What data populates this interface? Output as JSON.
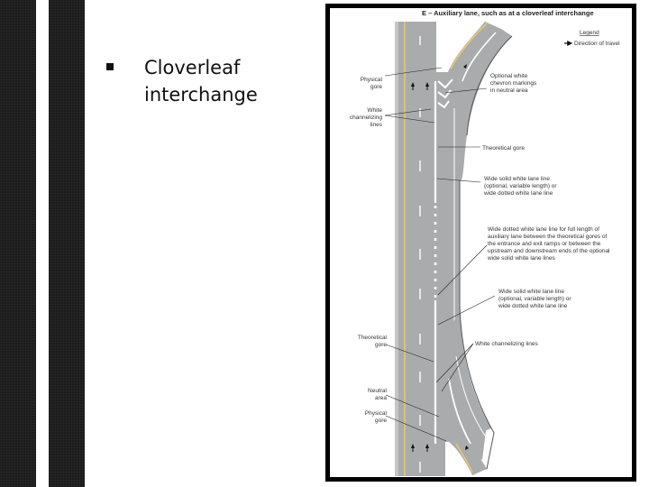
{
  "slide": {
    "bullet_text": "Cloverleaf interchange"
  },
  "figure": {
    "title": "E – Auxiliary lane, such as at a cloverleaf interchange",
    "legend": {
      "heading": "Legend",
      "item": "Direction of travel",
      "icon": "arrow-right-icon"
    },
    "labels": {
      "physical_gore_top_1": "Physical",
      "physical_gore_top_2": "gore",
      "white_channel_1": "White",
      "white_channel_2": "channelizing",
      "white_channel_3": "lines",
      "chevron_1": "Optional white",
      "chevron_2": "chevron markings",
      "chevron_3": "in neutral area",
      "theoretical_gore_top": "Theoretical gore",
      "wide_solid_top_1": "Wide solid white lane line",
      "wide_solid_top_2": "(optional, variable length) or",
      "wide_solid_top_3": "wide dotted white lane line",
      "wide_dotted_1": "Wide dotted white lane line for full length of",
      "wide_dotted_2": "auxiliary lane between the theoretical gores of",
      "wide_dotted_3": "the entrance and exit ramps or between the",
      "wide_dotted_4": "upstream and downstream ends of the optional",
      "wide_dotted_5": "wide solid white lane lines",
      "wide_solid_bot_1": "Wide solid white lane line",
      "wide_solid_bot_2": "(optional, variable length) or",
      "wide_solid_bot_3": "wide dotted white lane line",
      "theoretical_gore_bot_1": "Theoretical",
      "theoretical_gore_bot_2": "gore",
      "white_channel_bot": "White channelizing lines",
      "neutral_area_1": "Neutral",
      "neutral_area_2": "area",
      "physical_gore_bot_1": "Physical",
      "physical_gore_bot_2": "gore"
    },
    "colors": {
      "pavement": "#a9abad",
      "shoulder": "#c4c6c8",
      "yellow_line": "#e8c86a",
      "white_line": "#ffffff",
      "frame": "#000000"
    }
  }
}
